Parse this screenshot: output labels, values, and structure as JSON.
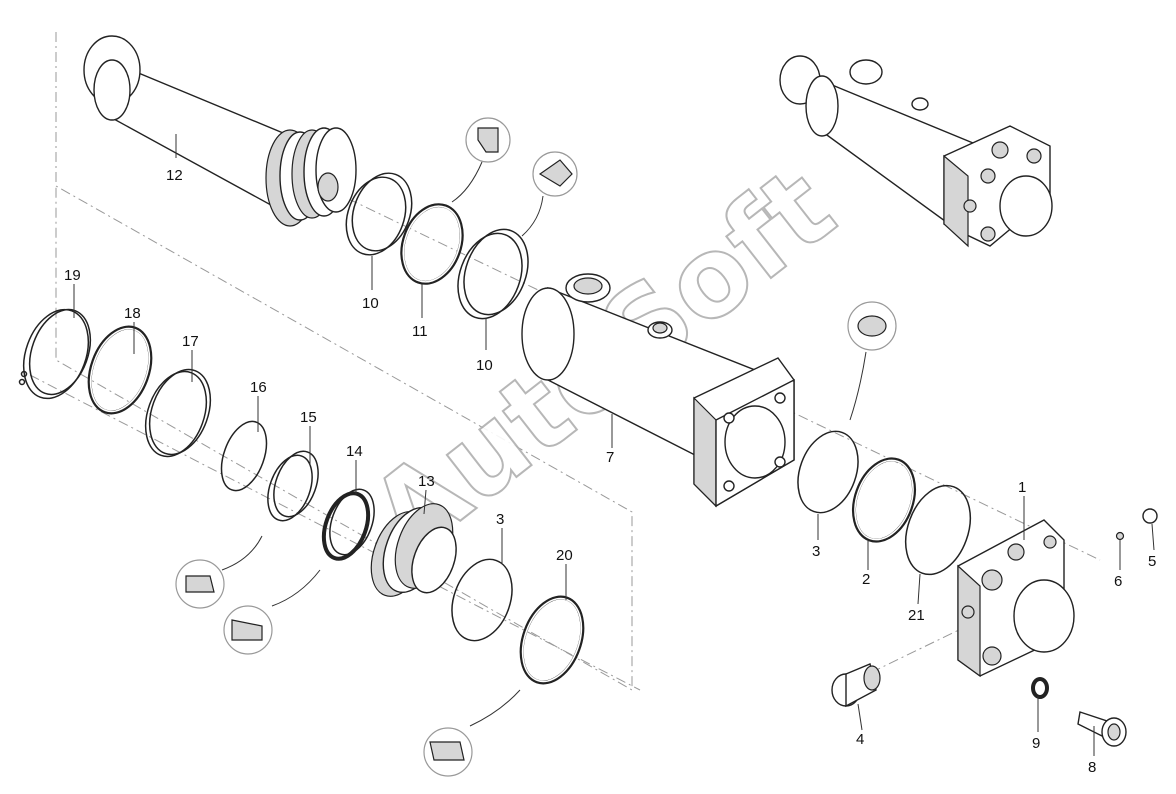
{
  "diagram": {
    "watermark": "AutoSoft",
    "callouts": {
      "c1": "1",
      "c2": "2",
      "c3a": "3",
      "c3b": "3",
      "c4": "4",
      "c5": "5",
      "c6": "6",
      "c7": "7",
      "c8": "8",
      "c9": "9",
      "c10a": "10",
      "c10b": "10",
      "c11": "11",
      "c12": "12",
      "c13": "13",
      "c14": "14",
      "c15": "15",
      "c16": "16",
      "c17": "17",
      "c18": "18",
      "c19": "19",
      "c20": "20",
      "c21": "21"
    }
  }
}
